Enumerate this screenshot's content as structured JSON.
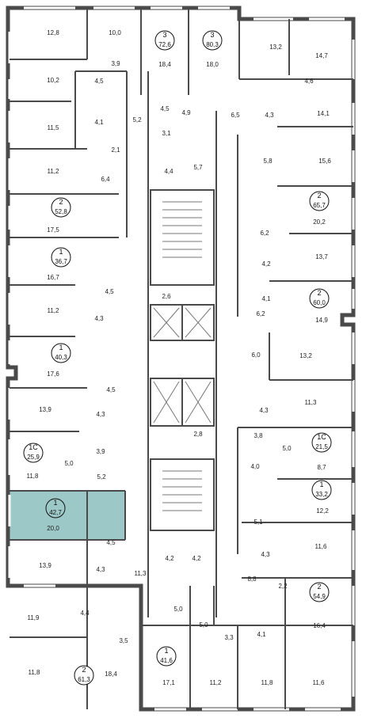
{
  "highlight_color": "#9cc9c7",
  "wall_color": "#4a4a4a",
  "apartments": [
    {
      "id": "a1",
      "rooms": "3",
      "area": "72,6",
      "hl": false
    },
    {
      "id": "a2",
      "rooms": "3",
      "area": "80,3",
      "hl": false
    },
    {
      "id": "a3",
      "rooms": "2",
      "area": "52,8",
      "hl": false
    },
    {
      "id": "a4",
      "rooms": "2",
      "area": "65,7",
      "hl": false
    },
    {
      "id": "a5",
      "rooms": "1",
      "area": "36,7",
      "hl": false
    },
    {
      "id": "a6",
      "rooms": "2",
      "area": "60,0",
      "hl": false
    },
    {
      "id": "a7",
      "rooms": "1",
      "area": "40,3",
      "hl": false
    },
    {
      "id": "a8",
      "rooms": "1С",
      "area": "25,9",
      "hl": false
    },
    {
      "id": "a9",
      "rooms": "1С",
      "area": "21,5",
      "hl": false
    },
    {
      "id": "a10",
      "rooms": "1",
      "area": "33,2",
      "hl": false
    },
    {
      "id": "a11",
      "rooms": "1",
      "area": "42,7",
      "hl": true
    },
    {
      "id": "a12",
      "rooms": "2",
      "area": "54,9",
      "hl": false
    },
    {
      "id": "a13",
      "rooms": "1",
      "area": "41,6",
      "hl": false
    },
    {
      "id": "a14",
      "rooms": "2",
      "area": "61,3",
      "hl": false
    }
  ],
  "rooms": [
    "12,8",
    "10,0",
    "18,4",
    "18,0",
    "13,2",
    "14,7",
    "3,9",
    "4,6",
    "10,2",
    "4,5",
    "4,5",
    "4,9",
    "6,5",
    "4,3",
    "14,1",
    "11,5",
    "4,1",
    "5,2",
    "3,1",
    "2,1",
    "5,8",
    "15,6",
    "11,2",
    "6,4",
    "4,4",
    "5,7",
    "17,5",
    "20,2",
    "6,2",
    "13,7",
    "4,2",
    "16,7",
    "4,5",
    "2,6",
    "4,1",
    "14,9",
    "11,2",
    "4,3",
    "6,2",
    "13,2",
    "17,6",
    "6,0",
    "4,5",
    "13,9",
    "4,3",
    "11,3",
    "4,3",
    "3,9",
    "2,8",
    "3,8",
    "5,0",
    "11,8",
    "5,0",
    "5,2",
    "4,0",
    "8,7",
    "12,2",
    "20,0",
    "5,1",
    "4,5",
    "11,6",
    "13,9",
    "4,3",
    "4,2",
    "4,2",
    "4,3",
    "2,2",
    "11,3",
    "8,8",
    "5,0",
    "11,9",
    "4,4",
    "3,5",
    "5,0",
    "3,3",
    "4,1",
    "16,4",
    "11,8",
    "18,4",
    "17,1",
    "11,2",
    "11,8",
    "11,6"
  ]
}
